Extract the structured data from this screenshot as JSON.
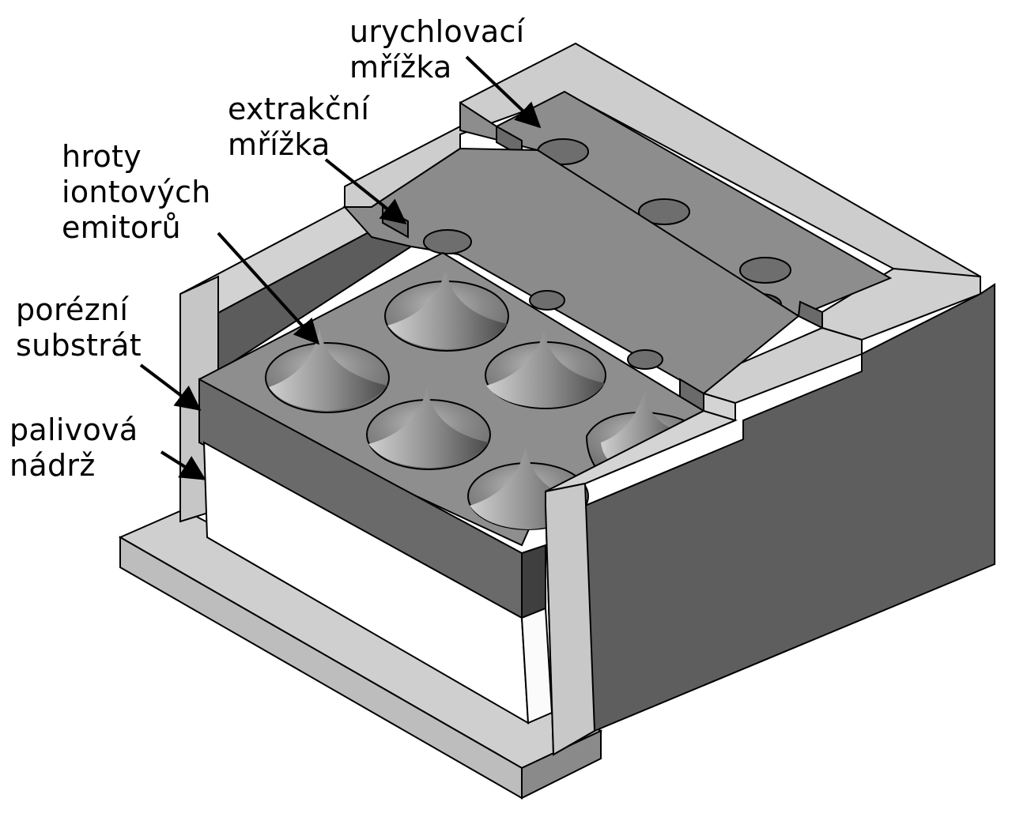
{
  "labels": {
    "acceleration_grid": [
      "urychlovací",
      "mřížka"
    ],
    "extraction_grid": [
      "extrakční",
      "mřížka"
    ],
    "emitter_tips": [
      "hroty",
      "iontových",
      "emitorů"
    ],
    "porous_substrate": [
      "porézní",
      "substrát"
    ],
    "fuel_tank": [
      "palivová",
      "nádrž"
    ]
  },
  "colors": {
    "background": "#ffffff",
    "housing_light": "#c4c4c4",
    "housing_top": "#d2d2d2",
    "housing_dark": "#5e5e5e",
    "grid_plate": "#8c8c8c",
    "substrate_top": "#8e8e8e",
    "substrate_side": "#6a6a6a",
    "substrate_front": "#3f3f3f",
    "tank": "#ffffff",
    "line": "#000000"
  }
}
